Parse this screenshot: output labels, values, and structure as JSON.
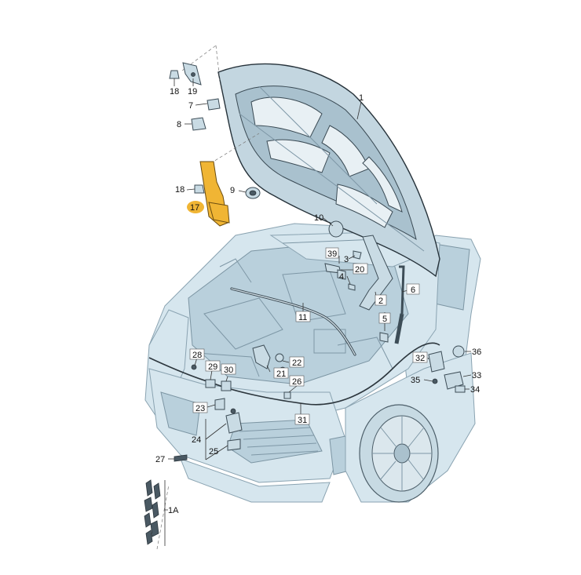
{
  "colors": {
    "highlight": "#f0b534",
    "car_fill": "#d6e6ee",
    "car_stroke": "#8aa3b1",
    "part_stroke": "#3d4d57"
  },
  "callouts": {
    "c1": "1",
    "c1A": "1A",
    "c2": "2",
    "c3": "3",
    "c4": "4",
    "c5": "5",
    "c6": "6",
    "c7": "7",
    "c8": "8",
    "c9": "9",
    "c10": "10",
    "c11": "11",
    "c17": "17",
    "c18a": "18",
    "c18b": "18",
    "c19": "19",
    "c20": "20",
    "c21": "21",
    "c22": "22",
    "c23": "23",
    "c24": "24",
    "c25": "25",
    "c26": "26",
    "c27": "27",
    "c28": "28",
    "c29": "29",
    "c30": "30",
    "c31": "31",
    "c32": "32",
    "c33": "33",
    "c34": "34",
    "c35": "35",
    "c36": "36",
    "c39": "39"
  },
  "highlighted_part": "17"
}
